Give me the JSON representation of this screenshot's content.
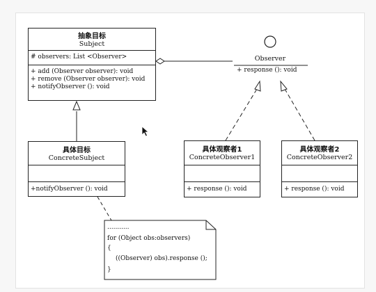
{
  "subject": {
    "title_cn": "抽象目标",
    "title_en": "Subject",
    "attributes": [
      "# observers: List <Observer>"
    ],
    "operations": [
      "+ add (Observer observer): void",
      "+ remove (Observer observer): void",
      "+ notifyObserver (): void"
    ]
  },
  "observer": {
    "name": "Observer",
    "operations": [
      "+ response (): void"
    ]
  },
  "concrete_subject": {
    "title_cn": "具体目标",
    "title_en": "ConcreteSubject",
    "operations": [
      "+notifyObserver (): void"
    ]
  },
  "concrete_observer1": {
    "title_cn": "具体观察者1",
    "title_en": "ConcreteObserver1",
    "operations": [
      "+ response (): void"
    ]
  },
  "concrete_observer2": {
    "title_cn": "具体观察者2",
    "title_en": "ConcreteObserver2",
    "operations": [
      "+ response (): void"
    ]
  },
  "note": {
    "lines": [
      "...........",
      "for (Object obs:observers)",
      "{",
      "((Observer) obs).response ();",
      "}"
    ]
  }
}
